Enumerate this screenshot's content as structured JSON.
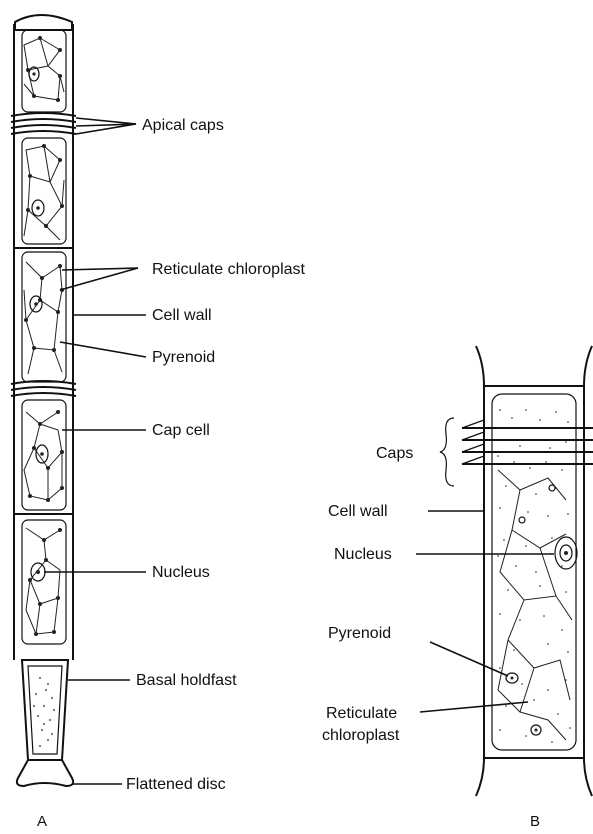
{
  "panel_a": {
    "letter": "A",
    "labels": {
      "apical_caps": "Apical caps",
      "reticulate_chloroplast": "Reticulate chloroplast",
      "cell_wall": "Cell wall",
      "pyrenoid": "Pyrenoid",
      "cap_cell": "Cap cell",
      "nucleus": "Nucleus",
      "basal_holdfast": "Basal holdfast",
      "flattened_disc": "Flattened disc"
    }
  },
  "panel_b": {
    "letter": "B",
    "labels": {
      "caps": "Caps",
      "cell_wall": "Cell wall",
      "nucleus": "Nucleus",
      "pyrenoid": "Pyrenoid",
      "reticulate_line1": "Reticulate",
      "reticulate_line2": "chloroplast"
    }
  },
  "colors": {
    "ink": "#111111",
    "background": "#ffffff"
  }
}
